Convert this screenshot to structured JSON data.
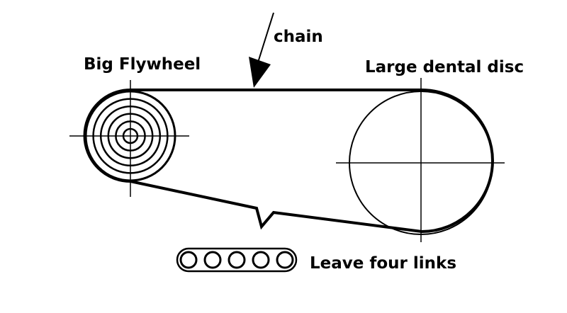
{
  "labels": {
    "chain": "chain",
    "flywheel": "Big Flywheel",
    "disc": "Large dental disc",
    "links": "Leave four links"
  },
  "colors": {
    "ink": "#000000",
    "background": "#ffffff"
  },
  "chain_link_count": 5,
  "flywheel_ring_count": 6
}
